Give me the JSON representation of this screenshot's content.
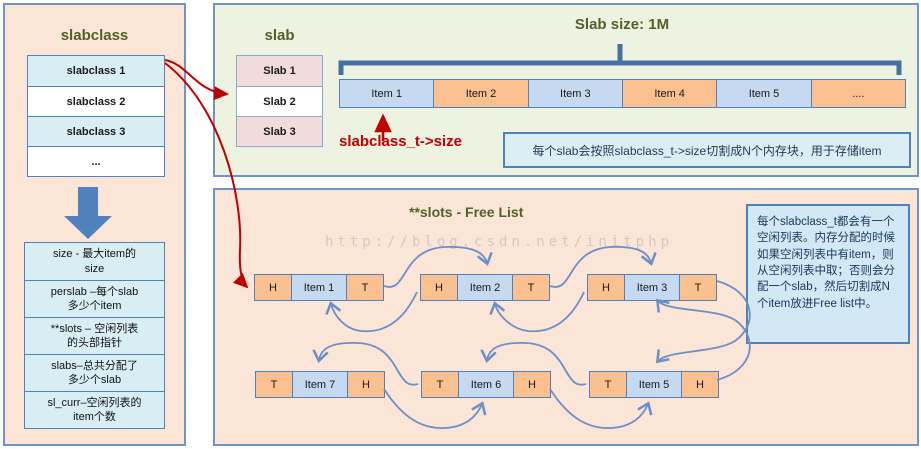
{
  "colors": {
    "panel_border": "#7094c6",
    "peach_bg": "#fbe5d6",
    "green_bg": "#edf2e1",
    "olive_title": "#4f6228",
    "steel_blue": "#4f81bd",
    "row_blue": "#d9eef3",
    "slab_pink": "#f2dcdb",
    "item_blue": "#c5d9f1",
    "item_orange": "#fac08f",
    "red_accent": "#c00000",
    "arc_blue": "#6b8fc9",
    "info_bg": "#d2e8f5",
    "info_text": "#17375e"
  },
  "left_panel": {
    "title": "slabclass",
    "rows": [
      "slabclass 1",
      "slabclass 2",
      "slabclass 3",
      "..."
    ],
    "fields": [
      {
        "line1": "size - 最大item的",
        "line2": "size"
      },
      {
        "line1": "perslab –每个slab",
        "line2": "多少个item"
      },
      {
        "line1": "**slots – 空闲列表",
        "line2": "的头部指针"
      },
      {
        "line1": "slabs–总共分配了",
        "line2": "多少个slab"
      },
      {
        "line1": "sl_curr–空闲列表的",
        "line2": "item个数"
      }
    ]
  },
  "slab_panel": {
    "title": "slab",
    "slabs": [
      "Slab 1",
      "Slab 2",
      "Slab 3"
    ],
    "size_title": "Slab size: 1M",
    "items": [
      "Item 1",
      "Item 2",
      "Item 3",
      "Item 4",
      "Item 5",
      "...."
    ],
    "pointer_label": "slabclass_t->size",
    "note": "每个slab会按照slabclass_t->size切割成N个内存块，用于存储item"
  },
  "freelist_panel": {
    "title": "**slots - Free List",
    "watermark": "http://blog.csdn.net/initphp",
    "top_nodes": [
      {
        "cells": [
          "H",
          "Item 1",
          "T"
        ]
      },
      {
        "cells": [
          "H",
          "Item 2",
          "T"
        ]
      },
      {
        "cells": [
          "H",
          "Item 3",
          "T"
        ]
      }
    ],
    "bottom_nodes": [
      {
        "cells": [
          "T",
          "Item 7",
          "H"
        ]
      },
      {
        "cells": [
          "T",
          "Item 6",
          "H"
        ]
      },
      {
        "cells": [
          "T",
          "Item 5",
          "H"
        ]
      }
    ],
    "info": "每个slabclass_t都会有一个空闲列表。内存分配的时候如果空闲列表中有item，则从空闲列表中取；否则会分配一个slab，然后切割成N个item放进Free list中。"
  }
}
